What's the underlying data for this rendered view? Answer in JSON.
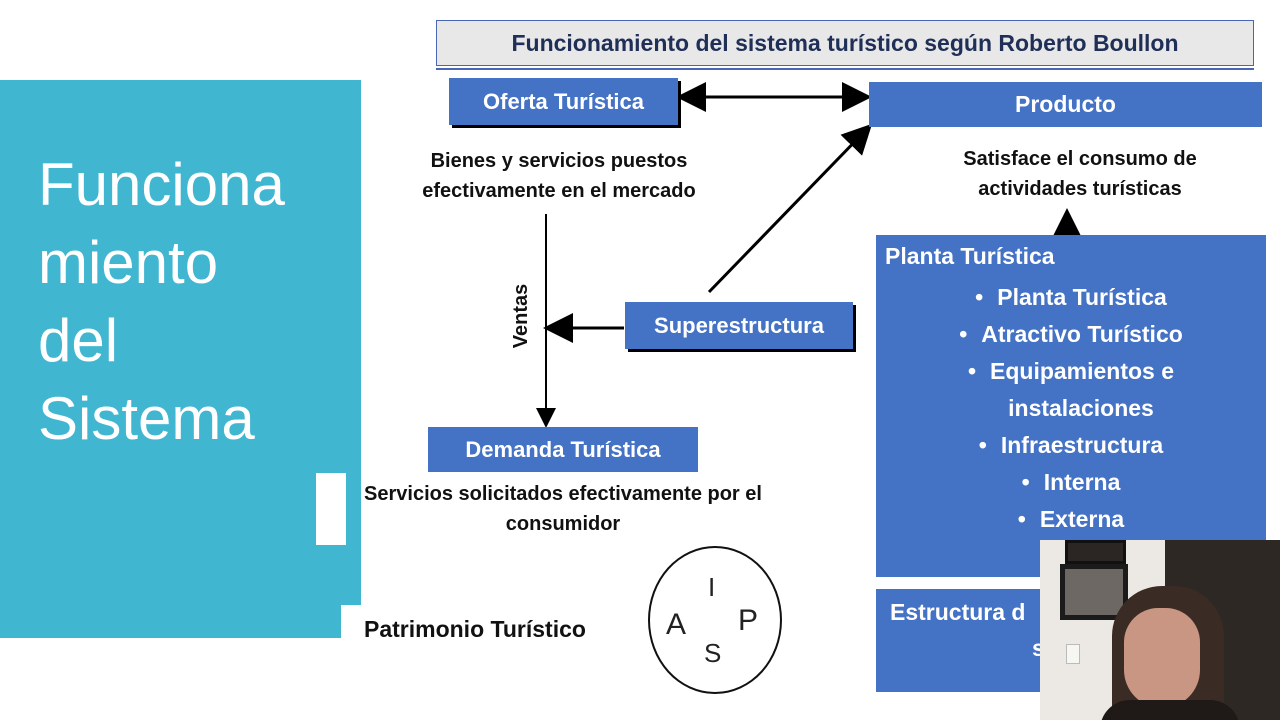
{
  "side_title_lines": [
    "Funciona",
    "miento",
    "del",
    "Sistema"
  ],
  "diagram": {
    "title": "Funcionamiento del sistema turístico según Roberto Boullon",
    "oferta": "Oferta Turística",
    "oferta_desc_1": "Bienes y servicios puestos",
    "oferta_desc_2": "efectivamente en el mercado",
    "producto": "Producto",
    "producto_desc_1": "Satisface el consumo de",
    "producto_desc_2": "actividades turísticas",
    "ventas": "Ventas",
    "superestructura": "Superestructura",
    "demanda": "Demanda Turística",
    "demanda_desc_1": "Servicios solicitados efectivamente por el",
    "demanda_desc_2": "consumidor",
    "patrimonio": "Patrimonio Turístico",
    "circle_letters": {
      "top": "I",
      "left": "A",
      "right": "P",
      "bottom": "S"
    },
    "planta_heading": "Planta Turística",
    "planta_items": [
      "Planta Turística",
      "Atractivo Turístico",
      "Equipamientos e",
      "instalaciones",
      "Infraestructura",
      "Interna",
      "Externa"
    ],
    "estructura_1": "Estructura d",
    "estructura_2": "s"
  },
  "colors": {
    "teal": "#40b6d1",
    "box_blue": "#4472c4",
    "title_text": "#1f2f57"
  }
}
